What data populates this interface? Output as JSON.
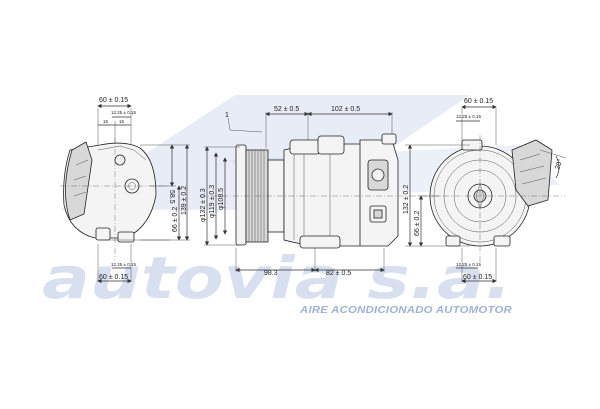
{
  "watermark": {
    "brand": "autovia s.a.",
    "tagline": "AIRE ACONDICIONADO AUTOMOTOR",
    "color": "#b9c7e3"
  },
  "left_view": {
    "dim_top_width": "60 ± 0.15",
    "dim_top_small": "12.25 ± 0.15",
    "dim_top_a": "16",
    "dim_top_b": "16",
    "dim_height_mount": "58.5",
    "dim_height_total": "139 ± 0.2",
    "dim_height_base": "66 ± 0.2",
    "dim_bottom_small": "12.25 ± 0.15",
    "dim_bottom_width": "60 ± 0.15"
  },
  "middle_view": {
    "dim_top_left": "52 ± 0.5",
    "dim_top_right": "102 ± 0.5",
    "dim_diam_outer": "φ132 ± 0.3",
    "dim_diam_mid": "φ119 ± 0.3",
    "dim_diam_inner": "φ108.5",
    "label_1": "1",
    "dim_bottom_left": "98.3",
    "dim_bottom_right": "82 ± 0.5"
  },
  "right_view": {
    "dim_top_width": "60 ± 0.15",
    "dim_top_small": "12.25 ± 0.15",
    "dim_height_total": "132 ± 0.2",
    "dim_height_base": "66 ± 0.2",
    "dim_angle": "20°",
    "dim_bottom_small": "12.25 ± 0.15",
    "dim_bottom_width": "60 ± 0.15"
  }
}
